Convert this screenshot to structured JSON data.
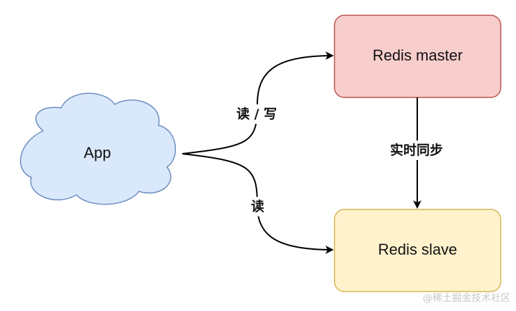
{
  "nodes": {
    "app": {
      "label": "App",
      "fill": "#dae8fc",
      "stroke": "#6c8ebf"
    },
    "master": {
      "label": "Redis master",
      "fill": "#f8cecc",
      "stroke": "#b85450"
    },
    "slave": {
      "label": "Redis slave",
      "fill": "#fff2cc",
      "stroke": "#d6b656"
    }
  },
  "edges": {
    "app_to_master": {
      "label": "读 / 写"
    },
    "app_to_slave": {
      "label": "读"
    },
    "master_to_slave": {
      "label": "实时同步"
    }
  },
  "watermark": "@稀土掘金技术社区"
}
